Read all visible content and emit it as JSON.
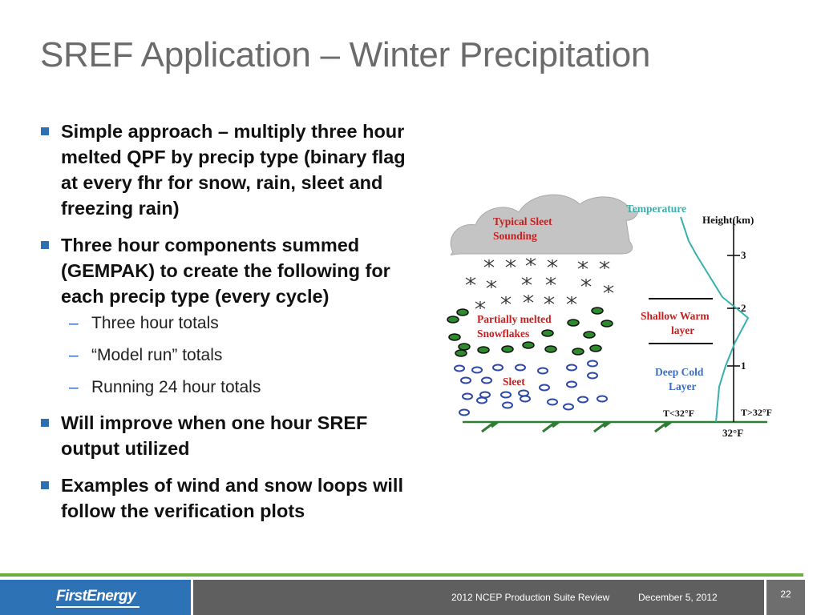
{
  "slide": {
    "title": "SREF Application – Winter Precipitation",
    "bullets": [
      {
        "text": "Simple approach – multiply three hour melted QPF by precip type (binary flag at every fhr for snow, rain, sleet and freezing rain)"
      },
      {
        "text": "Three hour components summed (GEMPAK) to create the following for each precip type (every cycle)",
        "sub": [
          "Three hour totals",
          "“Model run” totals",
          "Running 24 hour totals"
        ]
      },
      {
        "text": "Will improve when one hour SREF output utilized"
      },
      {
        "text": "Examples of wind and snow loops will follow the verification plots"
      }
    ]
  },
  "diagram": {
    "cloud_label_1": "Typical Sleet",
    "cloud_label_2": "Sounding",
    "temperature_label": "Temperature",
    "height_label": "Height(km)",
    "tick_3": "3",
    "tick_2": "2",
    "tick_1": "1",
    "melted_label_1": "Partially melted",
    "melted_label_2": "Snowflakes",
    "warm_label_1": "Shallow Warm",
    "warm_label_2": "layer",
    "cold_label_1": "Deep Cold",
    "cold_label_2": "Layer",
    "sleet_label": "Sleet",
    "t_below": "T<32°F",
    "t_above": "T>32°F",
    "freezing": "32°F",
    "colors": {
      "cloud": "#c4c4c4",
      "label_red": "#c42020",
      "cold_blue": "#3a6ec0",
      "temp_line": "#38b0ad",
      "ground": "#2e7d32",
      "sleet": "#2b49a8",
      "melted": "#2d8a2d"
    }
  },
  "footer": {
    "logo": "FirstEnergy",
    "event": "2012 NCEP Production Suite Review",
    "date": "December 5, 2012",
    "page": "22"
  }
}
